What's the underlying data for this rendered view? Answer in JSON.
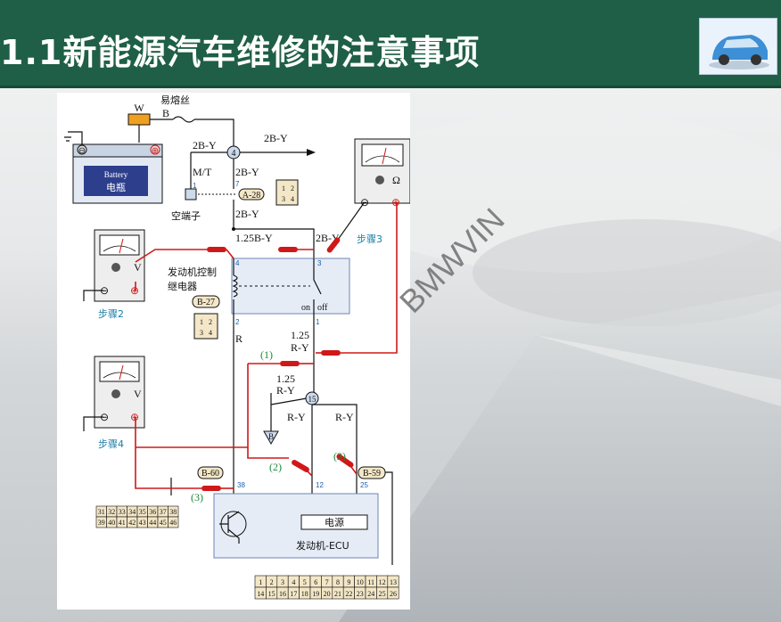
{
  "header": {
    "title": "1.1新能源汽车维修的注意事项",
    "bg_color": "#1f5f47"
  },
  "watermark": "BMWVIN",
  "diagram": {
    "battery": {
      "label_en": "Battery",
      "label_cn": "电瓶"
    },
    "fuse_label": "易熔丝",
    "fuse_wire_top": "W",
    "fuse_wire_b": "B",
    "wire_2by": "2B-Y",
    "node_4": "4",
    "mt": "M/T",
    "pin_1": "1",
    "pin_7": "7",
    "a28": "A-28",
    "conn_a28": [
      "1",
      "2",
      "3",
      "4"
    ],
    "empty_terminal": "空端子",
    "wire_125by": "1.25B-Y",
    "step3": "步骤3",
    "relay_label_1": "发动机控制",
    "relay_label_2": "继电器",
    "relay_pin_4": "4",
    "relay_pin_3": "3",
    "relay_pin_2": "2",
    "relay_pin_1": "1",
    "relay_on": "on",
    "relay_off": "off",
    "b27": "B-27",
    "conn_b27": [
      "1",
      "2",
      "3",
      "4"
    ],
    "step2": "步骤2",
    "wire_r": "R",
    "wire_125": "1.25",
    "wire_ry": "R-Y",
    "probe_1": "(1)",
    "probe_2": "(2)",
    "probe_3": "(3)",
    "node_15": "15",
    "ground_b": "B",
    "step4": "步骤4",
    "b60": "B-60",
    "b59": "B-59",
    "ecu_pin_38": "38",
    "ecu_pin_12": "12",
    "ecu_pin_25": "25",
    "power_box": "电源",
    "ecu_label": "发动机-ECU",
    "conn_b60_row1": [
      "31",
      "32",
      "33",
      "34",
      "35",
      "36",
      "37",
      "38"
    ],
    "conn_b60_row2": [
      "39",
      "40",
      "41",
      "42",
      "43",
      "44",
      "45",
      "46"
    ],
    "conn_b59_row1": [
      "1",
      "2",
      "3",
      "4",
      "5",
      "6",
      "7",
      "8",
      "9",
      "10",
      "11",
      "12",
      "13"
    ],
    "conn_b59_row2": [
      "14",
      "15",
      "16",
      "17",
      "18",
      "19",
      "20",
      "21",
      "22",
      "23",
      "24",
      "25",
      "26"
    ],
    "meter_v": "V",
    "meter_ohm": "Ω",
    "minus": "⊖",
    "plus": "⊕"
  }
}
